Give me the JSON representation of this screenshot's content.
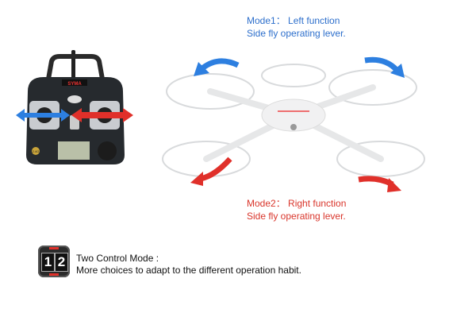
{
  "mode1": {
    "line1": "Mode1： Left function",
    "line2": "Side fly operating lever.",
    "color": "#2d6fcc"
  },
  "mode2": {
    "line1": "Mode2： Right function",
    "line2": "Side fly operating lever.",
    "color": "#d9352b"
  },
  "controller": {
    "brand": "SYMA",
    "badge": "2.4G"
  },
  "feature": {
    "icon_digits": [
      "1",
      "2"
    ],
    "title": "Two Control Mode :",
    "description": "More choices to adapt to the different operation habit."
  }
}
